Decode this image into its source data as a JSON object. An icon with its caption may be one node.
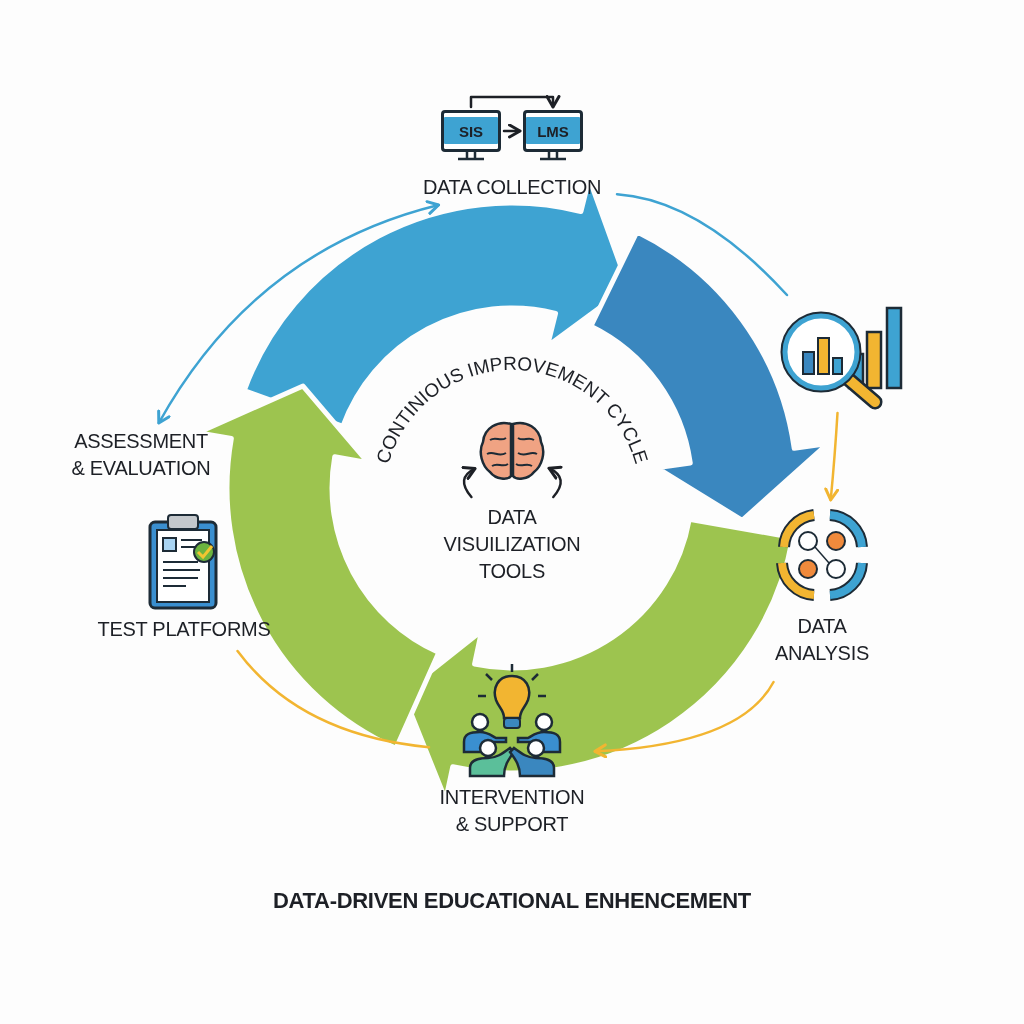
{
  "diagram": {
    "title": "DATA-DRIVEN EDUCATIONAL ENHENCEMENT",
    "nodes": [
      {
        "text": [
          "SIS"
        ]
      },
      {
        "text": [
          "LMS"
        ]
      },
      {
        "text": [
          "DATA COLLECTION"
        ]
      },
      {
        "text": [],
        "shape": "picture"
      },
      {
        "text": [
          "ASSESSMENT & EVALUATION"
        ]
      },
      {
        "text": [],
        "shape": "picture"
      },
      {
        "text": [
          "DATA VISUILIZATION TOOLS"
        ]
      },
      {
        "text": [
          "DATA ANALYSIS"
        ]
      },
      {
        "text": [
          "TEST PLATFORMS"
        ]
      },
      {
        "text": [
          "INTERVENTION & SUPPORT"
        ]
      }
    ],
    "edges": [
      {
        "from": 0,
        "to": 1,
        "arrow": "to"
      },
      {
        "from": 0,
        "to": 1,
        "arrow": "to"
      },
      {
        "from": 2,
        "to": 3,
        "arrow": "none",
        "color": "#3ea3d2"
      },
      {
        "from": 3,
        "to": 7,
        "arrow": "to",
        "color": "#f2b531"
      },
      {
        "from": 7,
        "to": 9,
        "arrow": "to",
        "color": "#f2b531"
      },
      {
        "from": 9,
        "to": 8,
        "arrow": "none",
        "color": "#f2b531"
      },
      {
        "from": 2,
        "to": 4,
        "arrow": "both",
        "color": "#3ea3d2"
      },
      {
        "from": 6,
        "to": 5,
        "arrow": "to"
      },
      {
        "from": 6,
        "to": 5,
        "arrow": "to"
      }
    ],
    "labels": [
      "CONTINIOUS IMPROVEMENT CYCLE"
    ]
  }
}
